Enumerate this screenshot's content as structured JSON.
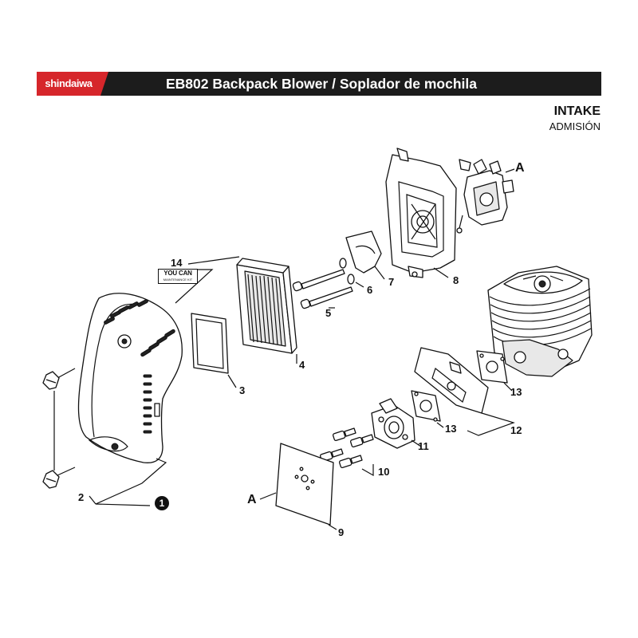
{
  "header": {
    "brand": "shindaiwa",
    "title": "EB802 Backpack Blower / Soplador de mochila",
    "brand_color": "#d6262b",
    "bar_color": "#1c1c1c"
  },
  "section": {
    "title": "INTAKE",
    "subtitle": "ADMISIÓN"
  },
  "kit_badge": {
    "main": "YOU CAN",
    "sub": "MAINTENANCE KIT"
  },
  "callouts": {
    "p1": "1",
    "p2": "2",
    "p3": "3",
    "p4": "4",
    "p5": "5",
    "p6": "6",
    "p7": "7",
    "p8": "8",
    "p9": "9",
    "p10": "10",
    "p11": "11",
    "p12": "12",
    "p13a": "13",
    "p13b": "13",
    "p14": "14",
    "ref_a_top": "A",
    "ref_a_bottom": "A"
  }
}
